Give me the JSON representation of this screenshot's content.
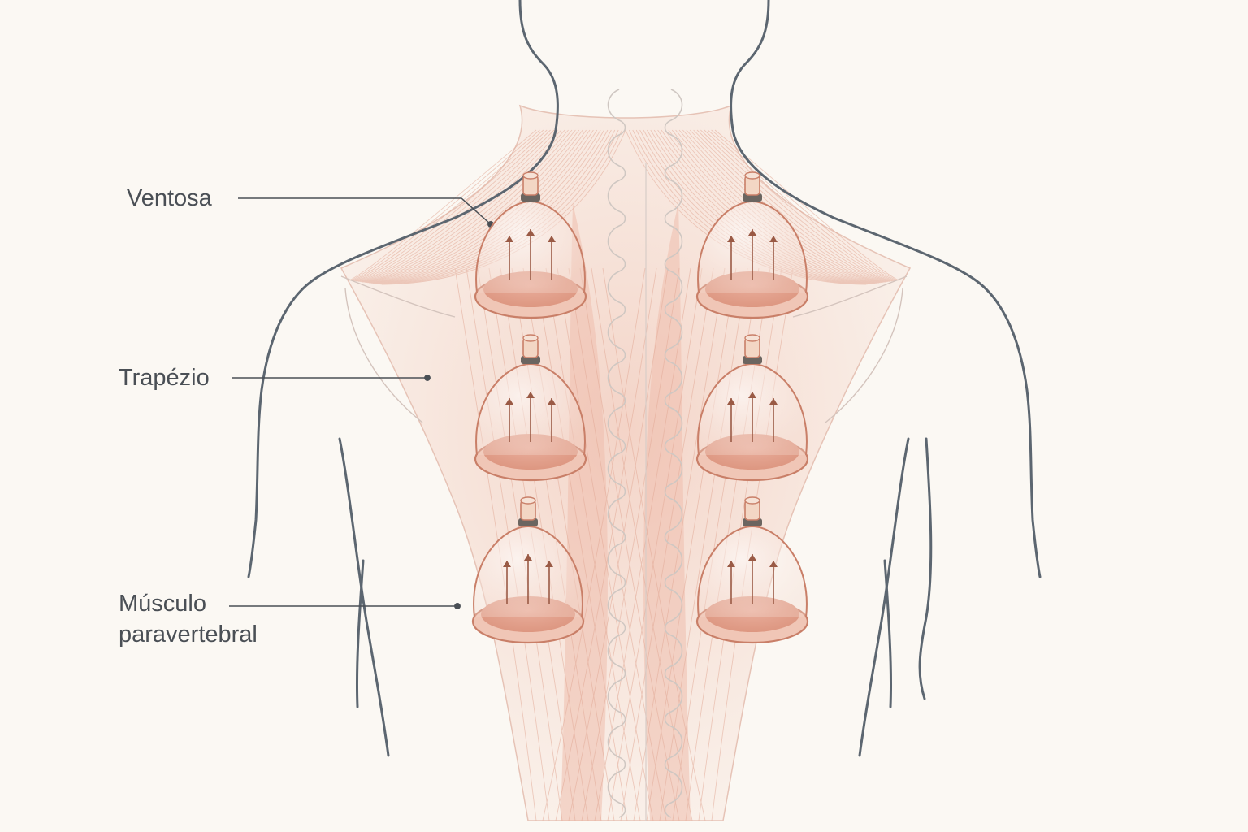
{
  "labels": {
    "cup": "Ventosa",
    "trapezius": "Trapézio",
    "paravertebral_line1": "Músculo",
    "paravertebral_line2": "paravertebral"
  },
  "colors": {
    "background": "#fbf8f3",
    "outline": "#5c6670",
    "muscle": "#e9b8a8",
    "cup_rim": "#c97f68",
    "skin_suction": "#e3a290",
    "arrow": "#9a5a45",
    "leader": "#4a4f55"
  },
  "cups": [
    {
      "side": "left",
      "row": 1
    },
    {
      "side": "right",
      "row": 1
    },
    {
      "side": "left",
      "row": 2
    },
    {
      "side": "right",
      "row": 2
    },
    {
      "side": "left",
      "row": 3
    },
    {
      "side": "right",
      "row": 3
    }
  ]
}
